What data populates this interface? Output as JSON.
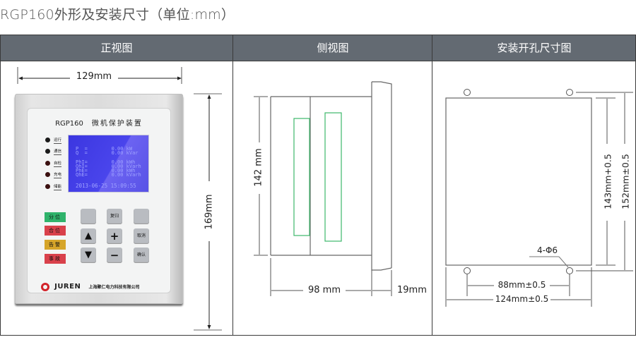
{
  "page_title": "RGP160外形及安装尺寸（单位:mm）",
  "table": {
    "headers": [
      "正视图",
      "侧视图",
      "安装开孔尺寸图"
    ]
  },
  "front_view": {
    "width_dim": "129mm",
    "height_dim": "169mm",
    "device": {
      "model": "RGP160",
      "name": "微机保护装置",
      "indicators": [
        "运行",
        "通信",
        "自检",
        "充电",
        "储能"
      ],
      "lcd_lines": [
        "P  =        0.00 kW",
        "Q  =        0.00 kVar",
        "",
        "PhI=        0.00 kWh",
        "QhI=        0.00 kVarh",
        "PhE=        0.00 kWh",
        "QhE=        0.00 kVarh",
        "",
        "2013-06-25 15:09:55"
      ],
      "status_buttons": [
        {
          "label": "分位",
          "color": "#2fb36b"
        },
        {
          "label": "合位",
          "color": "#d9414b"
        },
        {
          "label": "告警",
          "color": "#d6a52a"
        },
        {
          "label": "事故",
          "color": "#d9414b"
        }
      ],
      "keys": {
        "blank1": "",
        "reset": "复归",
        "blank2": "",
        "up": "▲",
        "plus": "+",
        "cancel": "取消",
        "down": "▼",
        "minus": "−",
        "confirm": "确认"
      },
      "brand": "JUREN",
      "company": "上海聚仁电力科技有限公司"
    }
  },
  "side_view": {
    "height_dim": "142 mm",
    "depth_dim": "98 mm",
    "front_dim": "19mm",
    "accent_color": "#3cb86a"
  },
  "cutout_view": {
    "hole_label": "4-Φ6",
    "inner_height_dim": "143mm+0.5",
    "outer_height_dim": "152mm±0.5",
    "hole_spacing_dim": "88mm±0.5",
    "cutout_width_dim": "124mm±0.5"
  }
}
